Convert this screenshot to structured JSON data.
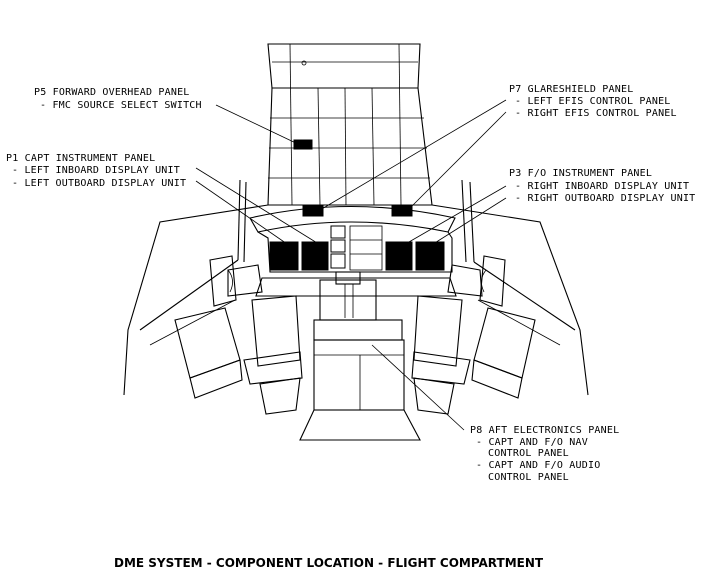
{
  "callouts": {
    "p5": {
      "title": "P5 FORWARD OVERHEAD PANEL",
      "items": [
        "- FMC SOURCE SELECT SWITCH"
      ]
    },
    "p7": {
      "title": "P7 GLARESHIELD PANEL",
      "items": [
        "- LEFT EFIS CONTROL PANEL",
        "- RIGHT EFIS CONTROL PANEL"
      ]
    },
    "p1": {
      "title": "P1 CAPT INSTRUMENT PANEL",
      "items": [
        "- LEFT INBOARD DISPLAY UNIT",
        "- LEFT OUTBOARD DISPLAY UNIT"
      ]
    },
    "p3": {
      "title": "P3 F/O INSTRUMENT PANEL",
      "items": [
        "- RIGHT INBOARD DISPLAY UNIT",
        "- RIGHT OUTBOARD DISPLAY UNIT"
      ]
    },
    "p8": {
      "title": "P8 AFT ELECTRONICS PANEL",
      "items": [
        "- CAPT AND F/O NAV",
        "CONTROL PANEL",
        "- CAPT AND F/O AUDIO",
        "CONTROL PANEL"
      ]
    }
  },
  "caption": "DME SYSTEM - COMPONENT LOCATION - FLIGHT COMPARTMENT"
}
